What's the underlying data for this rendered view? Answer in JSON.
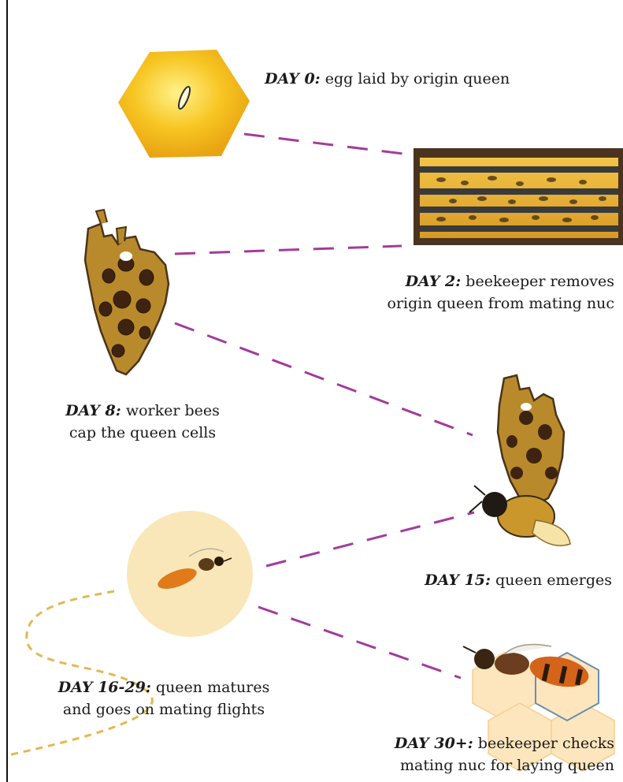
{
  "stages": [
    {
      "day": "DAY 0:",
      "line1": "egg laid by origin queen",
      "line2": ""
    },
    {
      "day": "DAY 2:",
      "line1": "beekeeper removes",
      "line2": "origin queen from mating nuc"
    },
    {
      "day": "DAY 8:",
      "line1": "worker bees",
      "line2": "cap the queen cells"
    },
    {
      "day": "DAY 15:",
      "line1": "queen emerges",
      "line2": ""
    },
    {
      "day": "DAY 16-29:",
      "line1": "queen matures",
      "line2": "and goes on mating flights"
    },
    {
      "day": "DAY 30+:",
      "line1": "beekeeper checks",
      "line2": "mating nuc for laying queen"
    }
  ],
  "colors": {
    "connector": "#a23c9c",
    "flight_path": "#e0b040",
    "honey": "#f2b81c",
    "comb": "#b98a2c",
    "circle": "#fae7b9",
    "frame": "#4a3420"
  },
  "icons": [
    "egg-cell-icon",
    "hive-frame-icon",
    "queen-cell-icon",
    "emerging-queen-icon",
    "flying-queen-icon",
    "laying-queen-icon"
  ]
}
